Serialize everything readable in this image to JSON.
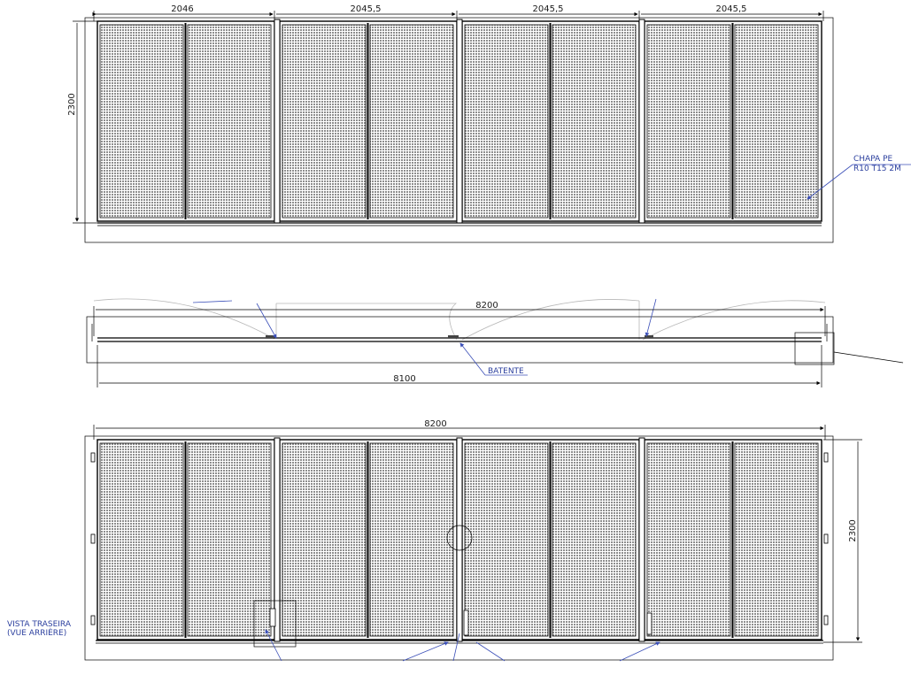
{
  "front_view": {
    "width_dims": [
      "2046",
      "2045,5",
      "2045,5",
      "2045,5"
    ],
    "height_dim": "2300",
    "note_line1": "CHAPA PE",
    "note_line2": "R10 T15 2M"
  },
  "top_view": {
    "overall_dim": "8200",
    "inner_dim": "8100",
    "batente_label": "BATENTE"
  },
  "rear_view": {
    "overall_dim": "8200",
    "height_dim": "2300",
    "label_line1": "VISTA TRASEIRA",
    "label_line2": "(VUE ARRIÈRE)"
  },
  "colors": {
    "line": "#000000",
    "annotation": "#3b4fb8",
    "mesh": "#9a9a9a"
  }
}
